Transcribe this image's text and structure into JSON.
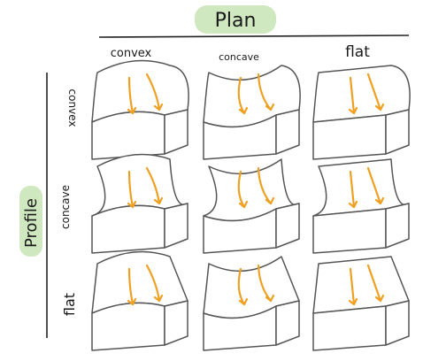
{
  "header": {
    "plan_label": "Plan",
    "profile_label": "Profile",
    "highlight_color": "#cfe8bf"
  },
  "columns": [
    {
      "key": "convex",
      "label": "convex"
    },
    {
      "key": "concave",
      "label": "concave"
    },
    {
      "key": "flat",
      "label": "flat"
    }
  ],
  "rows": [
    {
      "key": "convex",
      "label": "convex"
    },
    {
      "key": "concave",
      "label": "concave"
    },
    {
      "key": "flat",
      "label": "flat"
    }
  ],
  "colors": {
    "outline": "#555555",
    "flow_arrow": "#f0a020",
    "axis_line": "#222222"
  },
  "icons": {
    "block": "slope-block-icon",
    "arrow": "flow-arrow-icon"
  }
}
